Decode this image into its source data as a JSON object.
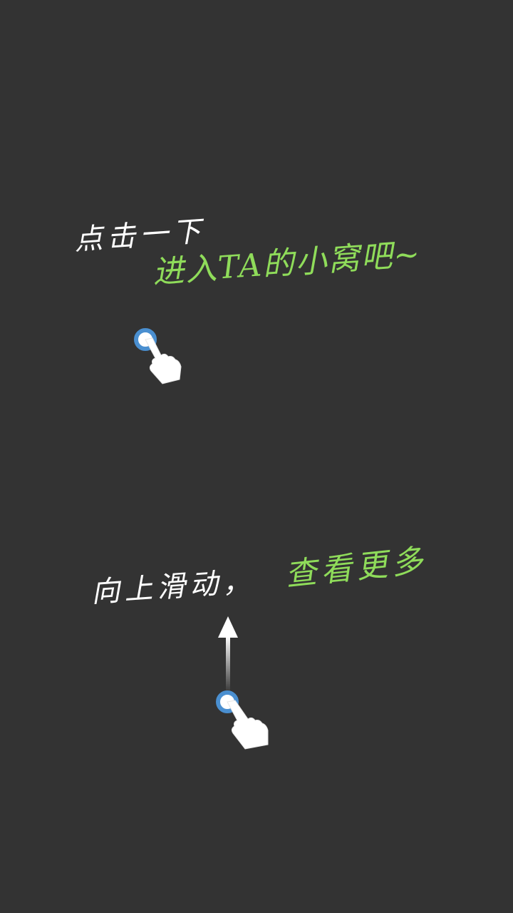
{
  "tap_hint": {
    "line1": "点击一下",
    "line2": "进入TA的小窝吧~"
  },
  "swipe_hint": {
    "line1": "向上滑动，",
    "line2": "查看更多"
  },
  "icons": {
    "tap": "tap-finger-icon",
    "swipe": "swipe-up-finger-icon",
    "arrow": "arrow-up-icon"
  },
  "colors": {
    "background": "#333333",
    "text_white": "#ffffff",
    "text_green": "#8fdc5a",
    "touch_ring": "#4a8fd0"
  }
}
